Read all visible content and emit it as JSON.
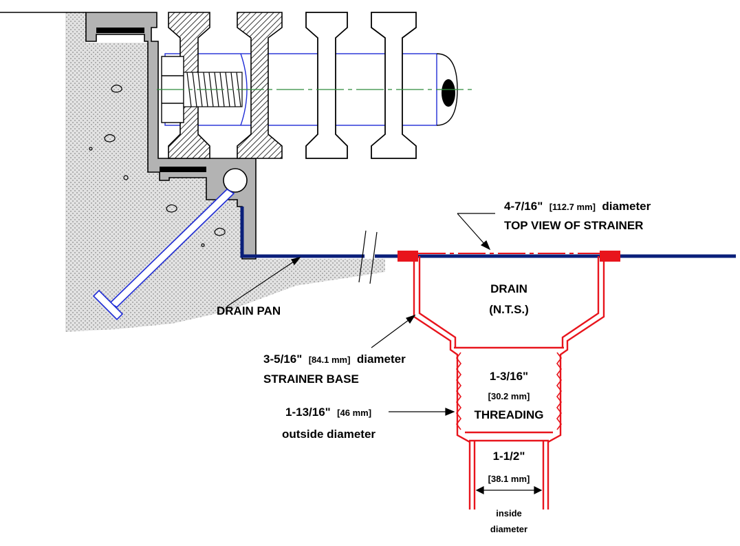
{
  "labels": {
    "top_view": {
      "size": "4-7/16\"",
      "metric": "[112.7 mm]",
      "suffix": "diameter",
      "caption": "TOP VIEW OF STRAINER"
    },
    "drain": {
      "line1": "DRAIN",
      "line2": "(N.T.S.)"
    },
    "drain_pan": "DRAIN PAN",
    "strainer_base": {
      "size": "3-5/16\"",
      "metric": "[84.1 mm]",
      "suffix": "diameter",
      "caption": "STRAINER BASE"
    },
    "threading": {
      "size": "1-3/16\"",
      "metric": "[30.2 mm]",
      "caption": "THREADING"
    },
    "outside": {
      "size": "1-13/16\"",
      "metric": "[46 mm]",
      "caption": "outside diameter"
    },
    "inside": {
      "size": "1-1/2\"",
      "metric": "[38.1 mm]",
      "line1": "inside",
      "line2": "diameter"
    }
  },
  "colors": {
    "drain": "#e8141c",
    "pan": "#0a1f7a",
    "blue_line": "#1e2bd6",
    "concrete": "#d4d4d4",
    "frame": "#b3b3b3",
    "centerline": "#2e8b3a"
  }
}
